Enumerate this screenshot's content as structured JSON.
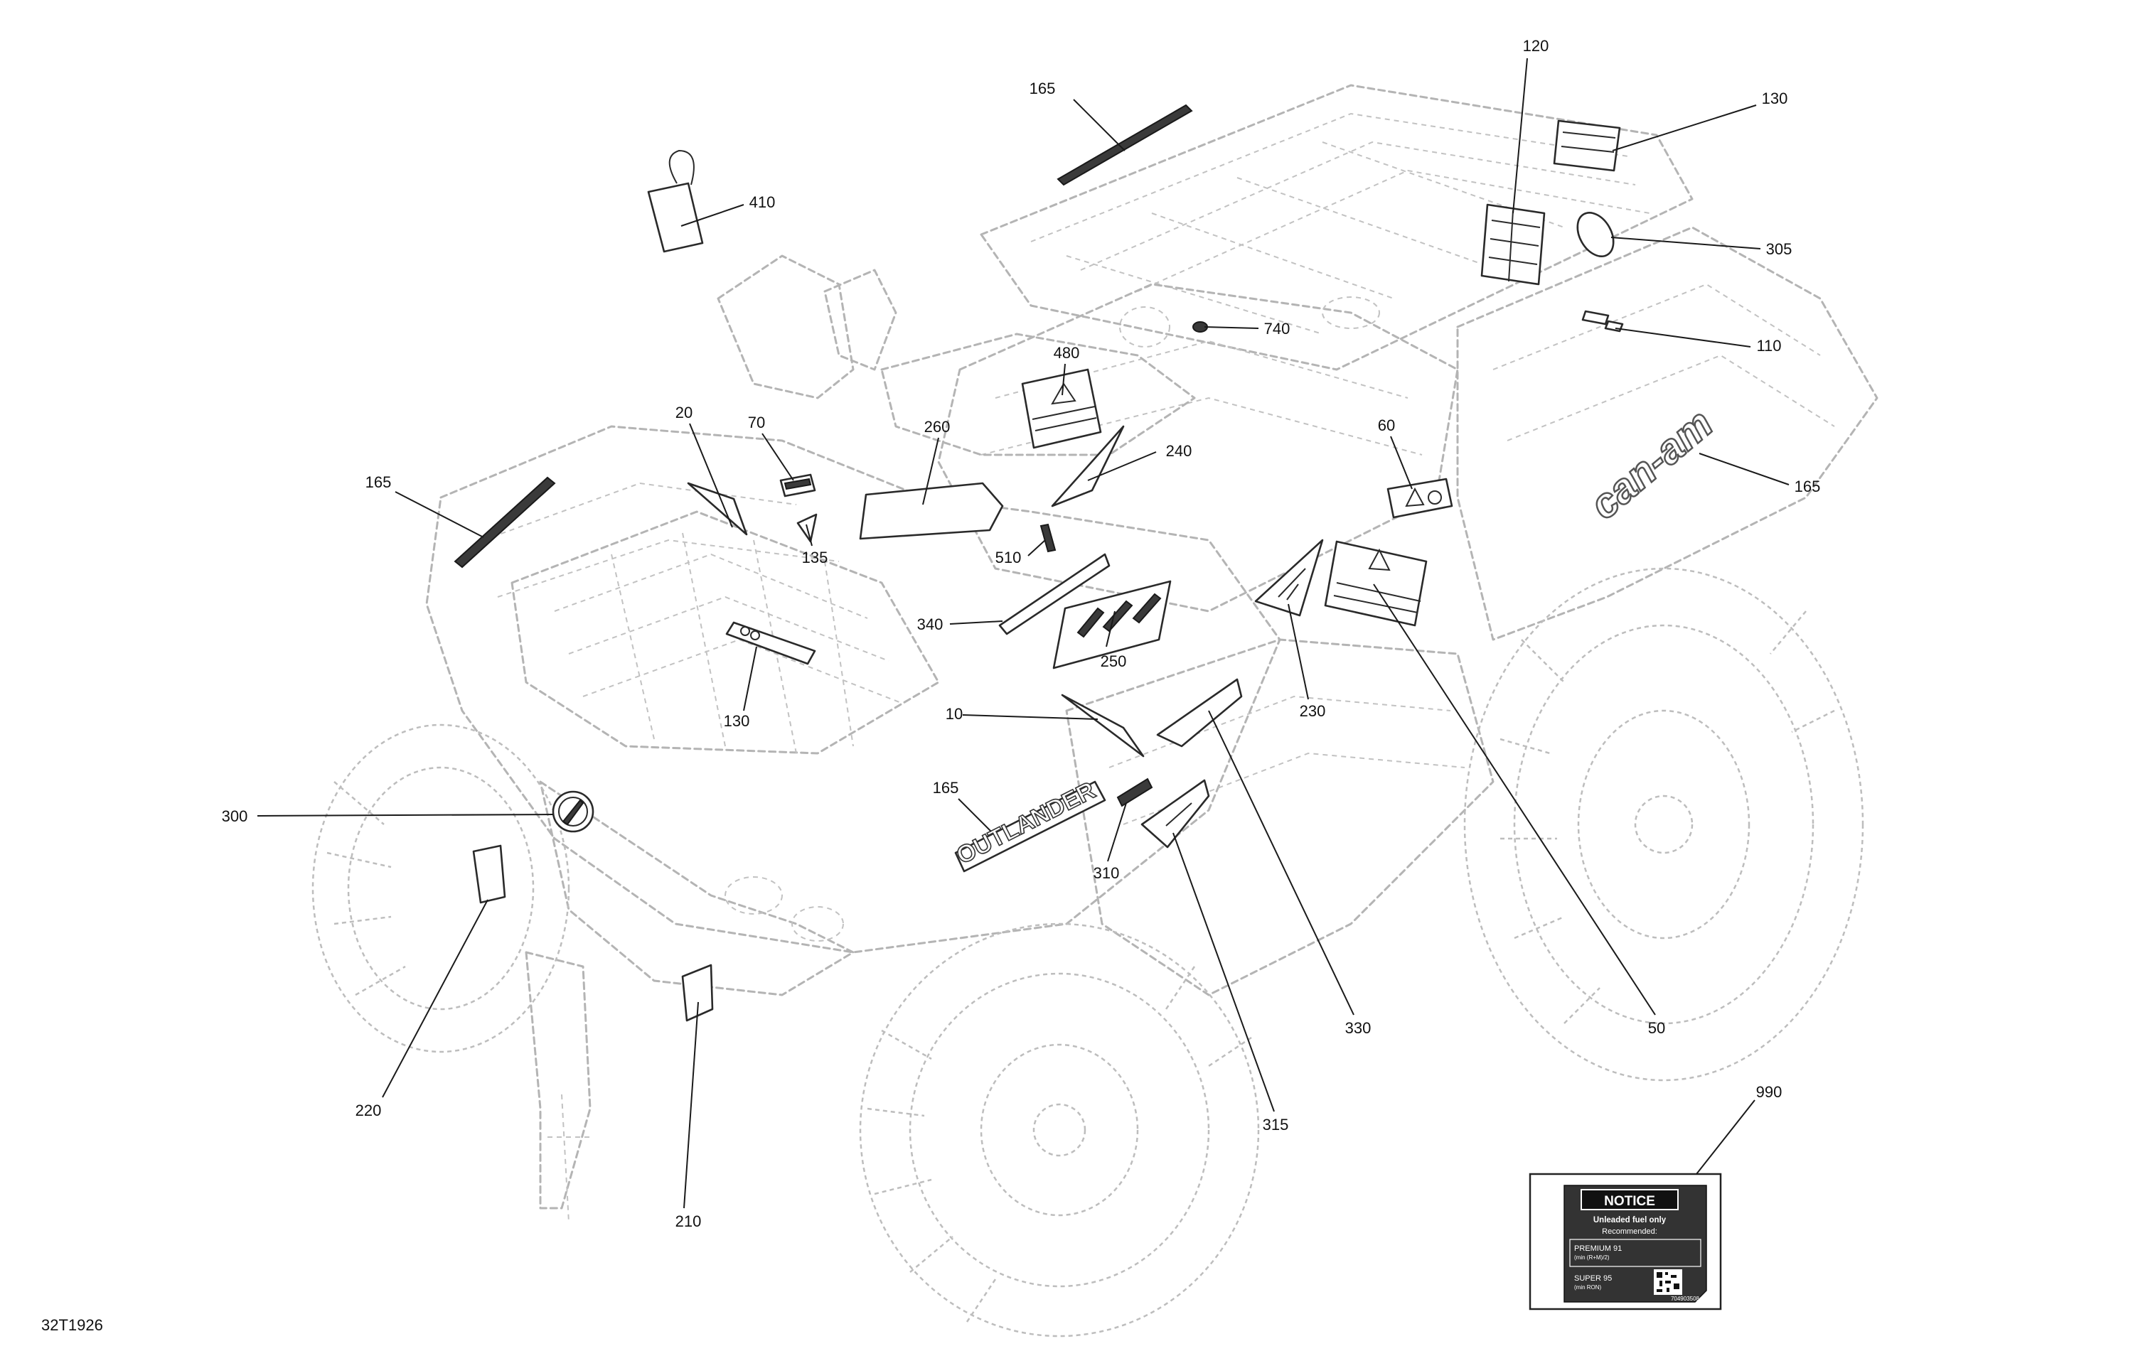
{
  "diagram": {
    "reference_code": "32T1926",
    "callouts": [
      {
        "id": "c120",
        "label": "120"
      },
      {
        "id": "c130-top",
        "label": "130"
      },
      {
        "id": "c165-top",
        "label": "165"
      },
      {
        "id": "c410",
        "label": "410"
      },
      {
        "id": "c305",
        "label": "305"
      },
      {
        "id": "c740",
        "label": "740"
      },
      {
        "id": "c110",
        "label": "110"
      },
      {
        "id": "c480",
        "label": "480"
      },
      {
        "id": "c20",
        "label": "20"
      },
      {
        "id": "c70",
        "label": "70"
      },
      {
        "id": "c260",
        "label": "260"
      },
      {
        "id": "c240",
        "label": "240"
      },
      {
        "id": "c60",
        "label": "60"
      },
      {
        "id": "c165-left",
        "label": "165"
      },
      {
        "id": "c165-right",
        "label": "165"
      },
      {
        "id": "c510",
        "label": "510"
      },
      {
        "id": "c135",
        "label": "135"
      },
      {
        "id": "c340",
        "label": "340"
      },
      {
        "id": "c250",
        "label": "250"
      },
      {
        "id": "c130-mid",
        "label": "130"
      },
      {
        "id": "c230",
        "label": "230"
      },
      {
        "id": "c10",
        "label": "10"
      },
      {
        "id": "c165-mid",
        "label": "165"
      },
      {
        "id": "c300",
        "label": "300"
      },
      {
        "id": "c310",
        "label": "310"
      },
      {
        "id": "c330",
        "label": "330"
      },
      {
        "id": "c50",
        "label": "50"
      },
      {
        "id": "c220",
        "label": "220"
      },
      {
        "id": "c315",
        "label": "315"
      },
      {
        "id": "c990",
        "label": "990"
      },
      {
        "id": "c210",
        "label": "210"
      }
    ],
    "notice_label": {
      "title": "NOTICE",
      "line1": "Unleaded fuel only",
      "line2": "Recommended:",
      "line3": "PREMIUM 91",
      "line3_sub": "(min (R+M)/2)",
      "line4": "SUPER 95",
      "line4_sub": "(min RON)",
      "part_number": "704903508"
    },
    "brand_decals": {
      "side_logo": "can-am",
      "model_name": "OUTLANDER"
    }
  }
}
